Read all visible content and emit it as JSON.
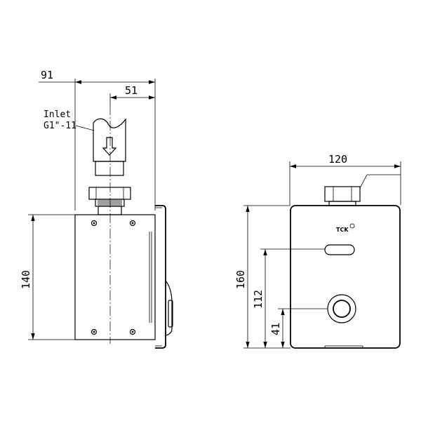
{
  "side_view": {
    "inlet_label_line1": "Inlet",
    "inlet_label_line2": "G1\"-11",
    "dim_top_overall": "91",
    "dim_top_pipe": "51",
    "dim_height": "140"
  },
  "front_view": {
    "dim_width": "120",
    "dim_height": "160",
    "dim_sensor": "112",
    "dim_button": "41",
    "brand_logo": "TCK"
  }
}
